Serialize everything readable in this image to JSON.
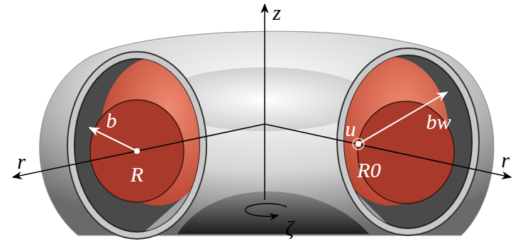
{
  "diagram": {
    "labels": [
      "z",
      "r",
      "r",
      "b",
      "R",
      "u",
      "bw",
      "R0",
      "ζ"
    ]
  }
}
